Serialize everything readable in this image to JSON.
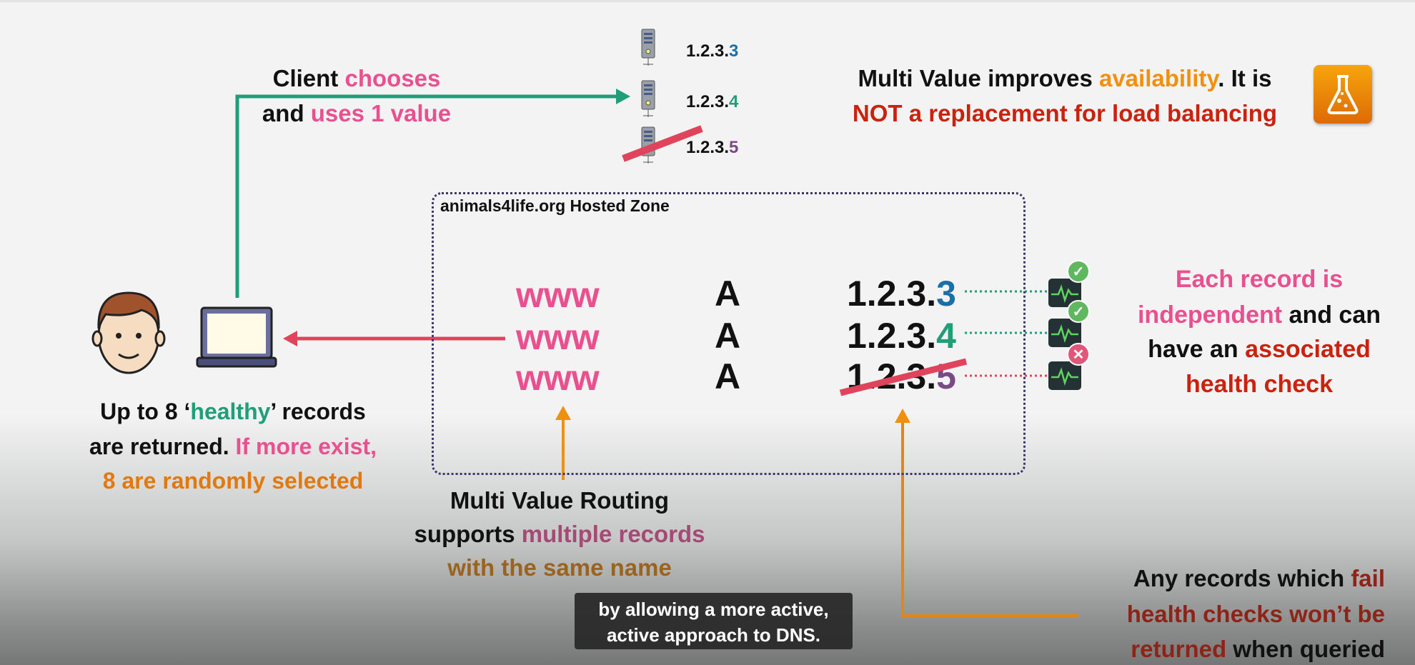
{
  "colors": {
    "green": "#1f9e78",
    "pink": "#e8508f",
    "orange": "#f0900f",
    "red": "#c9220f",
    "strike": "#e0435c"
  },
  "client_note": {
    "l1a": "Client ",
    "l1b": "chooses",
    "l2a": "and ",
    "l2b": "uses 1 value"
  },
  "servers": [
    {
      "prefix": "1.2.3.",
      "last": "3"
    },
    {
      "prefix": "1.2.3.",
      "last": "4"
    },
    {
      "prefix": "1.2.3.",
      "last": "5"
    }
  ],
  "availability_note": {
    "l1a": "Multi Value improves ",
    "l1b": "availability",
    "l1c": ". It is",
    "l2": "NOT a replacement for load balancing"
  },
  "hosted_zone": {
    "label": "animals4life.org Hosted Zone",
    "records": [
      {
        "name": "www",
        "type": "A",
        "prefix": "1.2.3.",
        "last": "3",
        "health": "healthy"
      },
      {
        "name": "www",
        "type": "A",
        "prefix": "1.2.3.",
        "last": "4",
        "health": "healthy"
      },
      {
        "name": "www",
        "type": "A",
        "prefix": "1.2.3.",
        "last": "5",
        "health": "failed"
      }
    ]
  },
  "independent_note": {
    "l1": "Each record is",
    "l2a": "independent",
    "l2b": " and can",
    "l3a": "have an ",
    "l3b": "associated",
    "l4": "health check"
  },
  "healthy_note": {
    "l1a": "Up to 8 ‘",
    "l1b": "healthy",
    "l1c": "’ records",
    "l2a": "are returned. ",
    "l2b": "If more exist,",
    "l3": "8 are randomly selected"
  },
  "routing_note": {
    "l1": "Multi Value Routing",
    "l2a": "supports ",
    "l2b": "multiple records",
    "l3": "with the same name"
  },
  "fail_note": {
    "l1a": "Any records which ",
    "l1b": "fail",
    "l2": "health checks won’t be",
    "l3a": "returned",
    "l3b": " when queried"
  },
  "caption": {
    "l1": "by allowing a more active,",
    "l2": "active approach to DNS."
  }
}
